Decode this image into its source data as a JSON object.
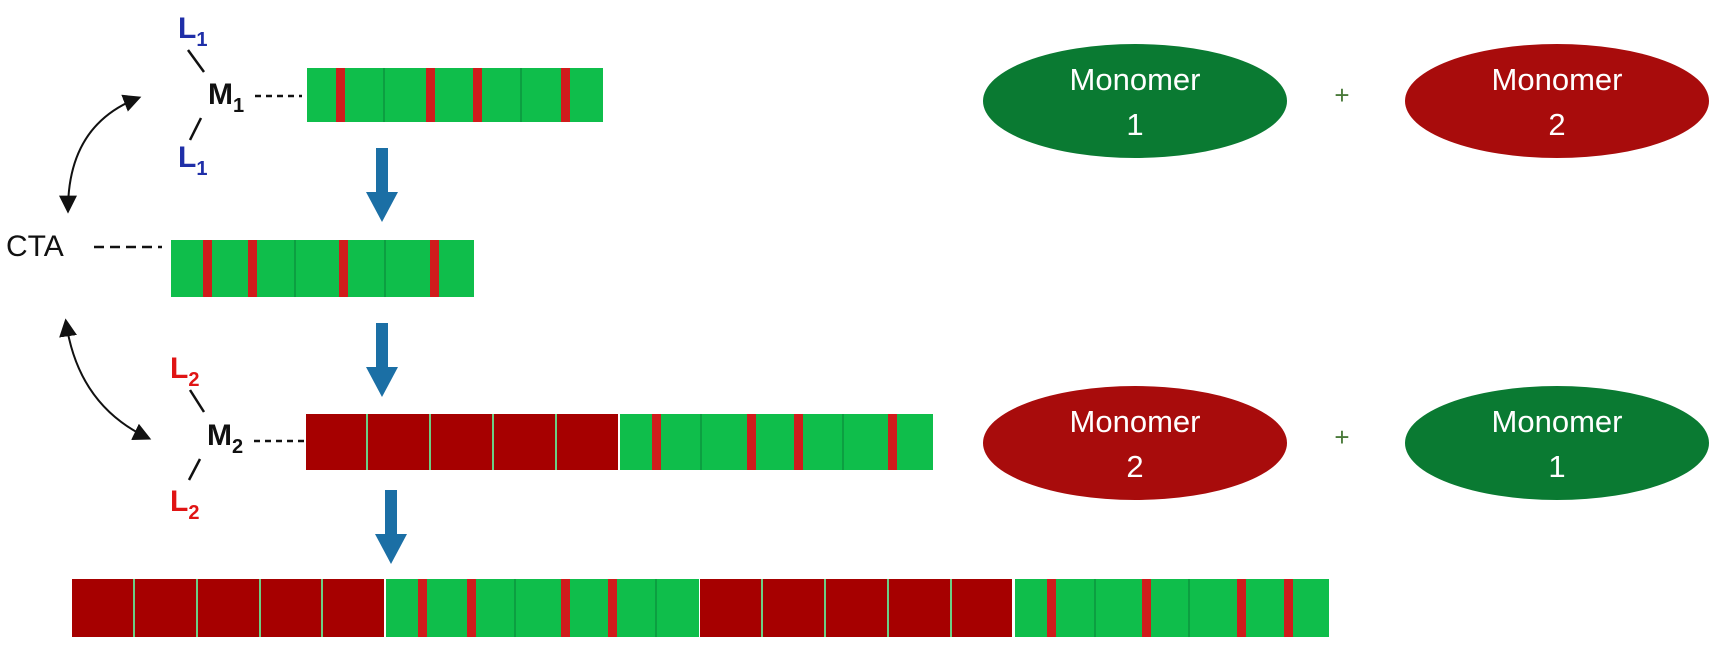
{
  "colors": {
    "green_block": "#0fbe4b",
    "red_stripe": "#d01c1c",
    "dark_red_block": "#a60000",
    "monomer_green": "#0a7a32",
    "monomer_red": "#a80c0c",
    "blue_arrow": "#1b6fa5",
    "ligand_blue": "#1f2fa8",
    "ligand_red": "#e01414"
  },
  "labels": {
    "metal1": "M",
    "metal1_sub": "1",
    "ligand1": "L",
    "ligand1_sub": "1",
    "metal2": "M",
    "metal2_sub": "2",
    "ligand2": "L",
    "ligand2_sub": "2",
    "cta": "CTA"
  },
  "monomers": {
    "top_left": {
      "line1": "Monomer",
      "line2": "1",
      "color": "green"
    },
    "top_right": {
      "line1": "Monomer",
      "line2": "2",
      "color": "red"
    },
    "bottom_left": {
      "line1": "Monomer",
      "line2": "2",
      "color": "red"
    },
    "bottom_right": {
      "line1": "Monomer",
      "line2": "1",
      "color": "green"
    },
    "plus": "+"
  },
  "icons": [
    "down-arrow-icon",
    "curved-double-arrow-icon"
  ]
}
